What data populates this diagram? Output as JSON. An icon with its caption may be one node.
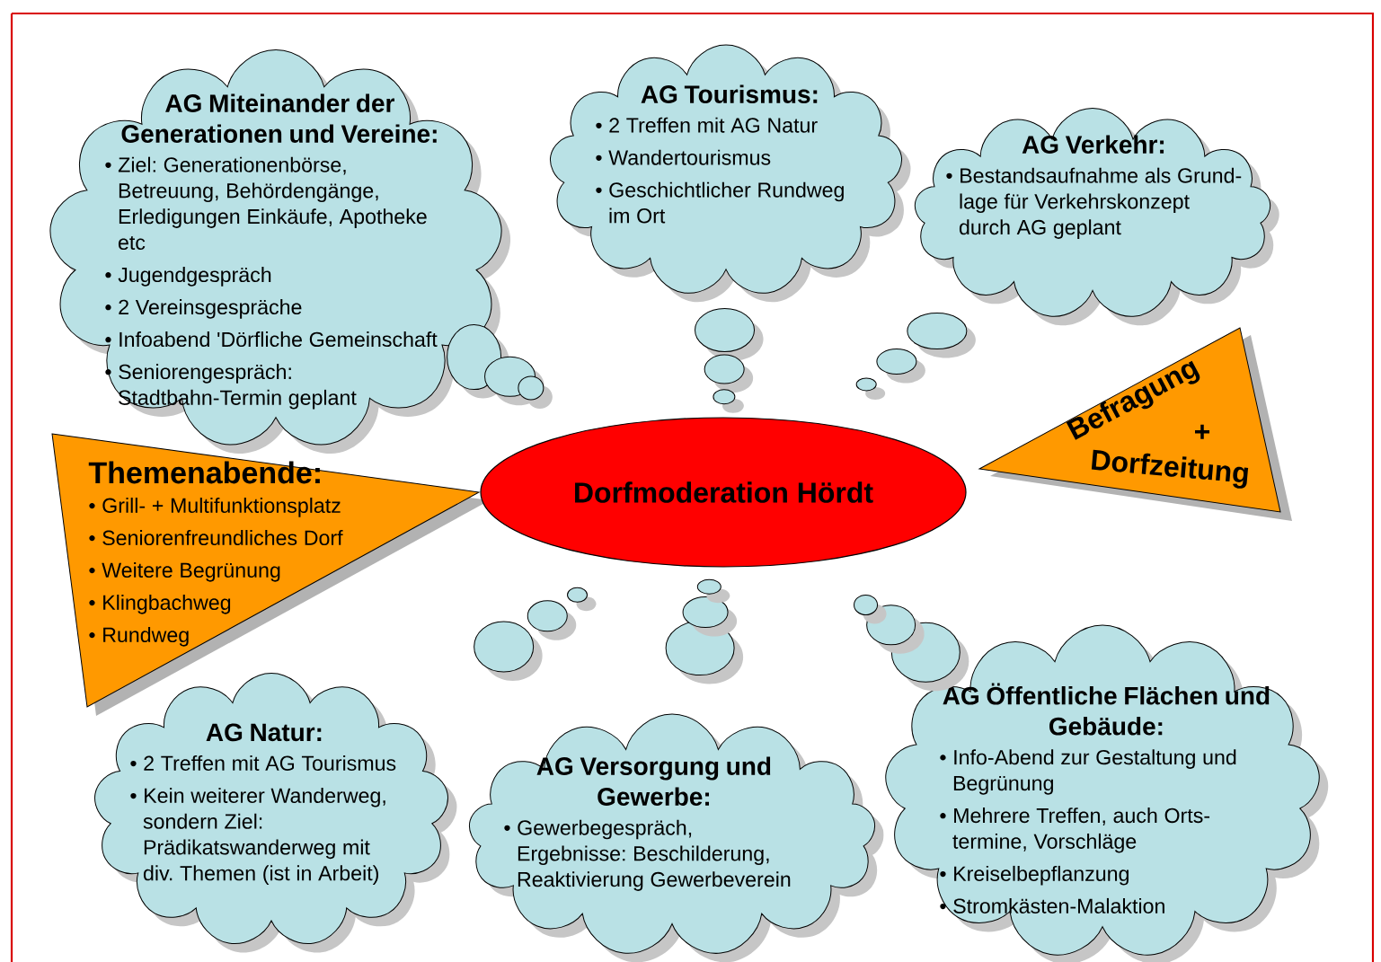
{
  "diagram": {
    "nodes": [
      {
        "text": [
          "AG Miteinander der Generationen und Vereine:",
          "• Ziel: Generationenbörse, Betreuung, Behördengänge, Erledigungen Einkäufe, Apotheke etc",
          "• Jugendgespräch",
          "• 2 Vereinsgespräche",
          "• Infoabend 'Dörfliche Gemeinschaft",
          "• Seniorengespräch: Stadtbahn-Termin geplant"
        ]
      },
      {
        "text": [
          "AG Tourismus:",
          "• 2 Treffen mit AG Natur",
          "• Wandertourismus",
          "• Geschichtlicher Rundweg im Ort"
        ]
      },
      {
        "text": [
          "AG Verkehr:",
          "• Bestandsaufnahme als Grund-lage für Verkehrskonzept durch AG geplant"
        ]
      },
      {
        "text": [
          "Themenabende:",
          "• Grill- + Multifunktionsplatz",
          "• Seniorenfreundliches Dorf",
          "• Weitere Begrünung",
          "• Klingbachweg",
          "• Rundweg"
        ]
      },
      {
        "text": [
          "Dorfmoderation Hördt"
        ]
      },
      {
        "text": [
          "Befragung",
          "+",
          "Dorfzeitung"
        ]
      },
      {
        "text": [
          "AG Natur:",
          "• 2 Treffen mit AG Tourismus",
          "• Kein weiterer Wanderweg, sondern Ziel: Prädikatswanderweg mit div. Themen (ist in Arbeit)"
        ]
      },
      {
        "text": [
          "AG Versorgung und Gewerbe:",
          "• Gewerbegespräch, Ergebnisse: Beschilderung, Reaktivierung Gewerbeverein"
        ]
      },
      {
        "text": [
          "AG Öffentliche Flächen und Gebäude:",
          "• Info-Abend zur Gestaltung und Begrünung",
          "• Mehrere Treffen, auch Orts-termine, Vorschläge",
          "• Kreiselbepflanzung",
          "• Stromkästen-Malaktion"
        ]
      }
    ],
    "edges": [
      {
        "from": 0,
        "to": 4,
        "arrow": "none"
      },
      {
        "from": 1,
        "to": 4,
        "arrow": "none"
      },
      {
        "from": 2,
        "to": 4,
        "arrow": "none"
      },
      {
        "from": 6,
        "to": 4,
        "arrow": "none"
      },
      {
        "from": 7,
        "to": 4,
        "arrow": "none"
      },
      {
        "from": 8,
        "to": 4,
        "arrow": "none"
      }
    ]
  }
}
